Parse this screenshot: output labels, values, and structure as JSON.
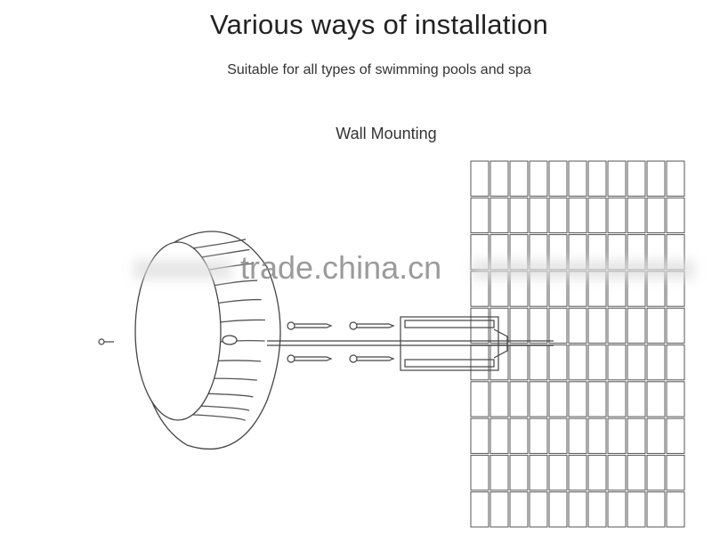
{
  "header": {
    "title": "Various ways of installation",
    "subtitle": "Suitable for all types of swimming pools and spa"
  },
  "diagram": {
    "section_label": "Wall Mounting",
    "watermark": "trade.china.cn",
    "colors": {
      "line": "#444444",
      "background": "#ffffff"
    }
  }
}
